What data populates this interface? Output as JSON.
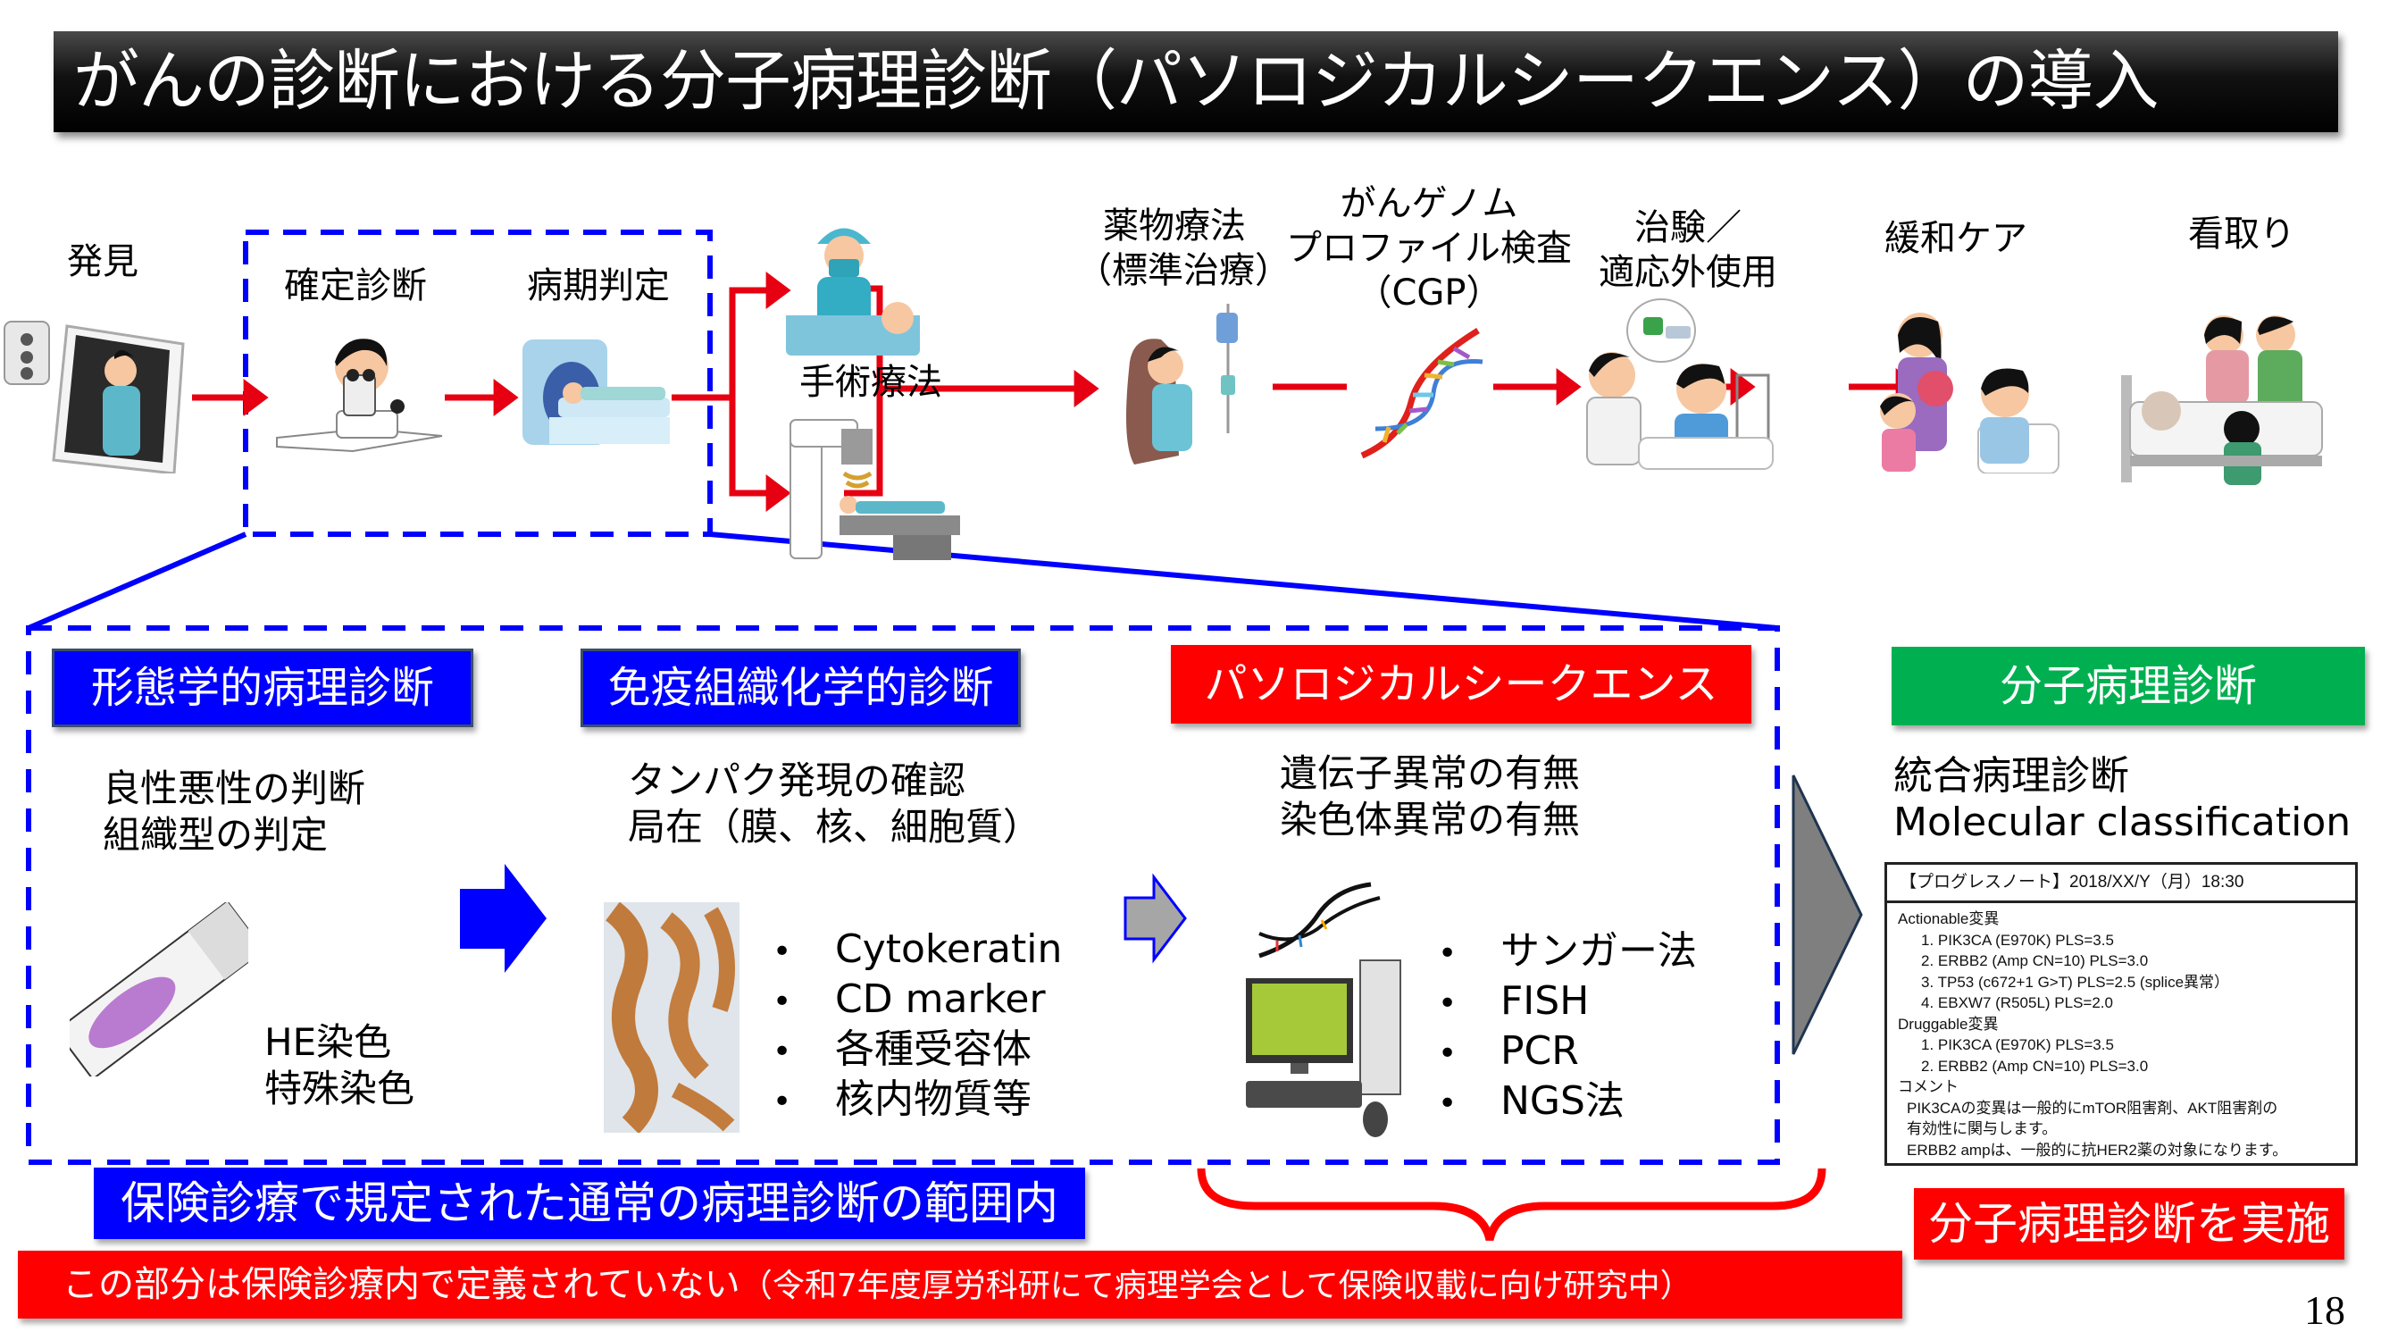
{
  "title": "がんの診断における分子病理診断（パソロジカルシークエンス）の導入",
  "flow": {
    "steps": [
      {
        "id": "discovery",
        "label": "発見",
        "icon": "xray-patient-icon"
      },
      {
        "id": "definitive_diagnosis",
        "label": "確定診断",
        "icon": "doctor-microscope-icon"
      },
      {
        "id": "staging",
        "label": "病期判定",
        "icon": "ct-scanner-icon"
      },
      {
        "id": "surgery",
        "label": "手術療法",
        "icon": "surgeon-operating-icon"
      },
      {
        "id": "radiation",
        "label": "",
        "icon": "radiation-therapy-icon"
      },
      {
        "id": "drug_therapy",
        "label_lines": [
          "薬物療法",
          "（標準治療）"
        ],
        "icon": "iv-drip-patient-icon"
      },
      {
        "id": "cgp",
        "label_lines": [
          "がんゲノム",
          "プロファイル検査",
          "（CGP）"
        ],
        "icon": "dna-helix-icon"
      },
      {
        "id": "trial",
        "label_lines": [
          "治験／",
          "適応外使用"
        ],
        "icon": "doctor-patient-consult-icon"
      },
      {
        "id": "palliative",
        "label": "緩和ケア",
        "icon": "family-visit-icon"
      },
      {
        "id": "end_of_life",
        "label": "看取り",
        "icon": "bedside-family-icon"
      }
    ]
  },
  "sections": {
    "morphology": {
      "header": "形態学的病理診断",
      "lines": [
        "良性悪性の判断",
        "組織型の判定"
      ],
      "image": "he-slide-icon",
      "stains": [
        "HE染色",
        "特殊染色"
      ]
    },
    "ihc": {
      "header": "免疫組織化学的診断",
      "lines": [
        "タンパク発現の確認",
        "局在（膜、核、細胞質）"
      ],
      "image": "ihc-tissue-image",
      "bullets": [
        "Cytokeratin",
        "CD marker",
        "各種受容体",
        "核内物質等"
      ]
    },
    "sequence": {
      "header": "パソロジカルシークエンス",
      "lines": [
        "遺伝子異常の有無",
        "染色体異常の有無"
      ],
      "image": "computer-dna-icon",
      "bullets": [
        "サンガー法",
        "FISH",
        "PCR",
        "NGS法"
      ]
    },
    "molecular": {
      "header": "分子病理診断",
      "lines": [
        "統合病理診断",
        "Molecular classification"
      ],
      "report": {
        "heading": "【プログレスノート】2018/XX/Y（月）18:30",
        "actionable_title": "Actionable変異",
        "actionable": [
          "1.  PIK3CA (E970K) PLS=3.5",
          "2.  ERBB2 (Amp CN=10) PLS=3.0",
          "3.  TP53 (c672+1 G>T) PLS=2.5 (splice異常）",
          "4.  EBXW7 (R505L) PLS=2.0"
        ],
        "druggable_title": "Druggable変異",
        "druggable": [
          "1.  PIK3CA (E970K) PLS=3.5",
          "2.  ERBB2 (Amp CN=10) PLS=3.0"
        ],
        "comment_title": "コメント",
        "comments": [
          "PIK3CAの変異は一般的にmTOR阻害剤、AKT阻害剤の",
          "有効性に関与します。",
          "ERBB2 ampは、一般的に抗HER2薬の対象になります。"
        ]
      },
      "action": "分子病理診断を実施"
    }
  },
  "banners": {
    "insured": "保険診療で規定された通常の病理診断の範囲内",
    "not_defined_main": "この部分は保険診療内で定義されていない",
    "not_defined_note": "（令和7年度厚労科研にて病理学会として保険収載に向け研究中）"
  },
  "page_number": "18",
  "colors": {
    "title_bg": "#000000",
    "flow_arrow": "#e60012",
    "dashed_border": "#0000ff",
    "header_blue": "#0000ff",
    "header_red": "#ff0000",
    "header_green": "#00b050",
    "process_arrow_blue": "#0000ff",
    "process_arrow_gray": "#a6a6a6",
    "big_arrow_gray": "#7f7f7f"
  }
}
